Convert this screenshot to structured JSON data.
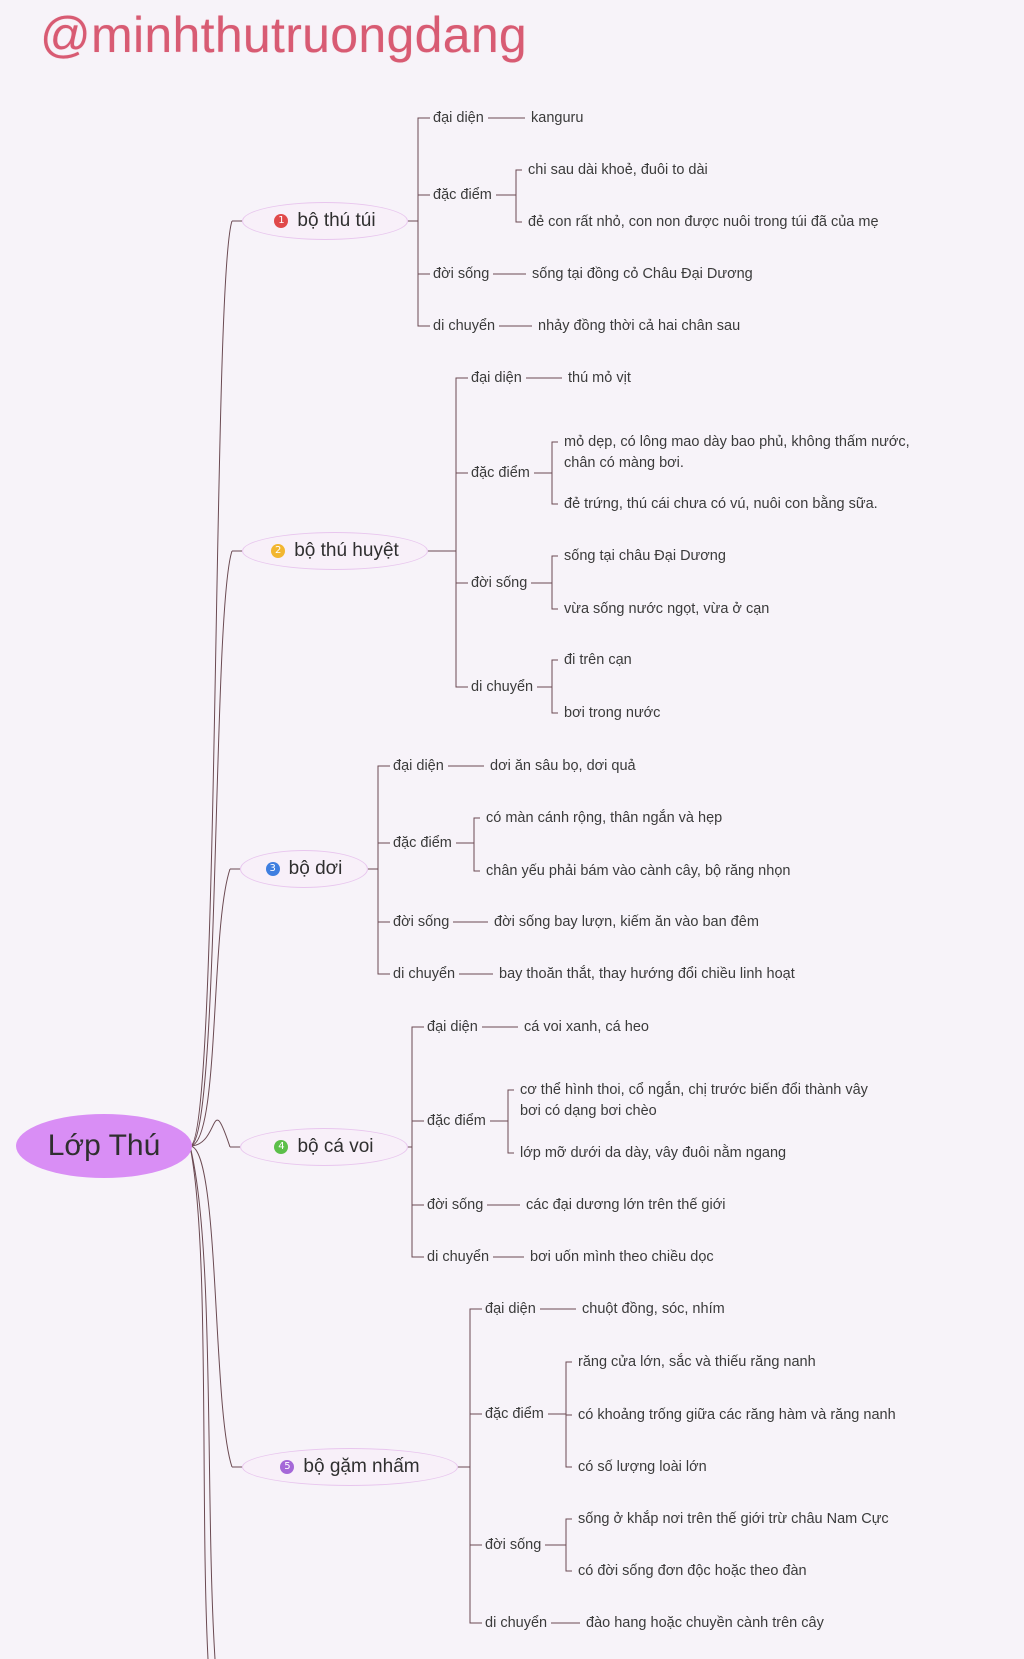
{
  "watermark": "@minhthutruongdang",
  "root": {
    "label": "Lớp Thú"
  },
  "branches": [
    {
      "label": "bộ thú túi",
      "number": "1",
      "color": "#e0494a",
      "items": [
        {
          "label": "đại diện",
          "children": [
            "kanguru"
          ]
        },
        {
          "label": "đặc điểm",
          "children": [
            "chi sau dài khoẻ, đuôi to dài",
            "đẻ con rất nhỏ, con non được nuôi trong túi đã của mẹ"
          ]
        },
        {
          "label": "đời sống",
          "children": [
            "sống tại đồng cỏ Châu Đại Dương"
          ]
        },
        {
          "label": "di chuyển",
          "children": [
            "nhảy đồng thời cả hai chân sau"
          ]
        }
      ]
    },
    {
      "label": "bộ thú huyệt",
      "number": "2",
      "color": "#f2b630",
      "items": [
        {
          "label": "đại diện",
          "children": [
            "thú mỏ vịt"
          ]
        },
        {
          "label": "đặc điểm",
          "children": [
            "mỏ dẹp, có lông mao dày bao phủ, không thấm nước,\nchân có màng bơi.",
            "đẻ trứng, thú cái chưa có vú, nuôi con bằng sữa."
          ]
        },
        {
          "label": "đời sống",
          "children": [
            "sống tại châu Đại Dương",
            "vừa sống nước ngọt, vừa ở cạn"
          ]
        },
        {
          "label": "di chuyển",
          "children": [
            "đi trên cạn",
            "bơi trong nước"
          ]
        }
      ]
    },
    {
      "label": "bộ dơi",
      "number": "3",
      "color": "#3f7fe0",
      "items": [
        {
          "label": "đại diện",
          "children": [
            "dơi ăn sâu bọ, dơi quả"
          ]
        },
        {
          "label": "đặc điểm",
          "children": [
            "có màn cánh rộng, thân ngắn và hẹp",
            "chân yếu phải bám vào cành cây, bộ răng nhọn"
          ]
        },
        {
          "label": "đời sống",
          "children": [
            "đời sống bay lượn, kiếm ăn vào ban đêm"
          ]
        },
        {
          "label": "di chuyển",
          "children": [
            "bay thoăn thắt, thay hướng đổi chiều linh hoạt"
          ]
        }
      ]
    },
    {
      "label": "bộ cá voi",
      "number": "4",
      "color": "#5cbf4a",
      "items": [
        {
          "label": "đại diện",
          "children": [
            "cá voi xanh, cá heo"
          ]
        },
        {
          "label": "đặc điểm",
          "children": [
            "cơ thể hình thoi, cổ ngắn, chị trước biến đổi thành vây\nbơi có dạng bơi chèo",
            "lớp mỡ dưới da dày, vây đuôi nằm ngang"
          ]
        },
        {
          "label": "đời sống",
          "children": [
            "các đại dương lớn trên thế giới"
          ]
        },
        {
          "label": "di chuyển",
          "children": [
            "bơi uốn mình theo chiều dọc"
          ]
        }
      ]
    },
    {
      "label": "bộ gặm nhấm",
      "number": "5",
      "color": "#a568d8",
      "items": [
        {
          "label": "đại diện",
          "children": [
            "chuột đồng, sóc, nhím"
          ]
        },
        {
          "label": "đặc điểm",
          "children": [
            "răng cửa lớn, sắc và thiếu răng nanh",
            "có khoảng trống giữa các răng hàm và răng nanh",
            "có số lượng loài lớn"
          ]
        },
        {
          "label": "đời sống",
          "children": [
            "sống ở khắp nơi trên thế giới trừ châu Nam Cực",
            "có đời sống đơn độc hoặc theo đàn"
          ]
        },
        {
          "label": "di chuyển",
          "children": [
            "đào hang hoặc chuyền cành trên cây"
          ]
        }
      ]
    }
  ]
}
